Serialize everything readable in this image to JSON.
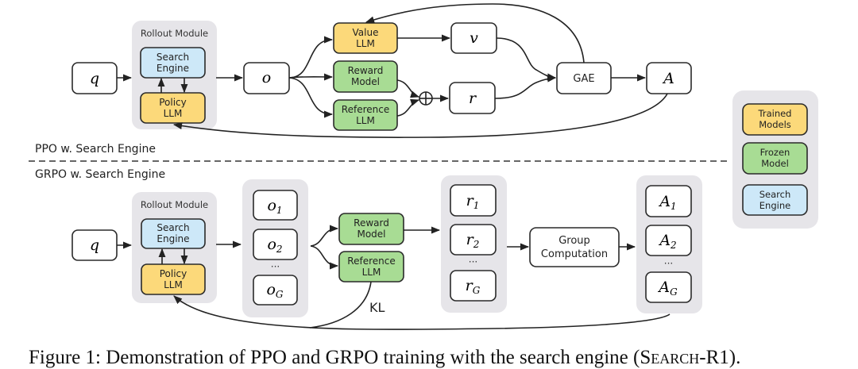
{
  "colors": {
    "trained": "#fcd97a",
    "frozen": "#a8dc94",
    "search": "#cde8f8",
    "group_bg": "#e6e5e9",
    "stroke": "#2a2a2a"
  },
  "ppo": {
    "section_label": "PPO w. Search Engine",
    "input": "q",
    "rollout": {
      "title": "Rollout Module",
      "search": [
        "Search",
        "Engine"
      ],
      "policy": [
        "Policy",
        "LLM"
      ]
    },
    "output": "o",
    "value_llm": [
      "Value",
      "LLM"
    ],
    "reward_model": [
      "Reward",
      "Model"
    ],
    "reference_llm": [
      "Reference",
      "LLM"
    ],
    "sum_symbol": "⊕",
    "v": "v",
    "r": "r",
    "gae": "GAE",
    "advantage": "A"
  },
  "grpo": {
    "section_label": "GRPO w. Search Engine",
    "input": "q",
    "rollout": {
      "title": "Rollout Module",
      "search": [
        "Search",
        "Engine"
      ],
      "policy": [
        "Policy",
        "LLM"
      ]
    },
    "outputs": [
      {
        "base": "o",
        "sub": "1"
      },
      {
        "base": "o",
        "sub": "2"
      },
      {
        "base": "o",
        "sub": "G"
      }
    ],
    "reward_model": [
      "Reward",
      "Model"
    ],
    "reference_llm": [
      "Reference",
      "LLM"
    ],
    "rewards": [
      {
        "base": "r",
        "sub": "1"
      },
      {
        "base": "r",
        "sub": "2"
      },
      {
        "base": "r",
        "sub": "G"
      }
    ],
    "group_computation": [
      "Group",
      "Computation"
    ],
    "advantages": [
      {
        "base": "A",
        "sub": "1"
      },
      {
        "base": "A",
        "sub": "2"
      },
      {
        "base": "A",
        "sub": "G"
      }
    ],
    "ellipsis": "···",
    "kl_label": "KL"
  },
  "legend": {
    "items": [
      {
        "label": [
          "Trained",
          "Models"
        ],
        "kind": "trained"
      },
      {
        "label": [
          "Frozen",
          "Model"
        ],
        "kind": "frozen"
      },
      {
        "label": [
          "Search",
          "Engine"
        ],
        "kind": "search"
      }
    ]
  },
  "caption": {
    "prefix": "Figure 1: Demonstration of PPO and GRPO training with the search engine (",
    "smallcaps": "Search",
    "suffix": "-R1)."
  }
}
